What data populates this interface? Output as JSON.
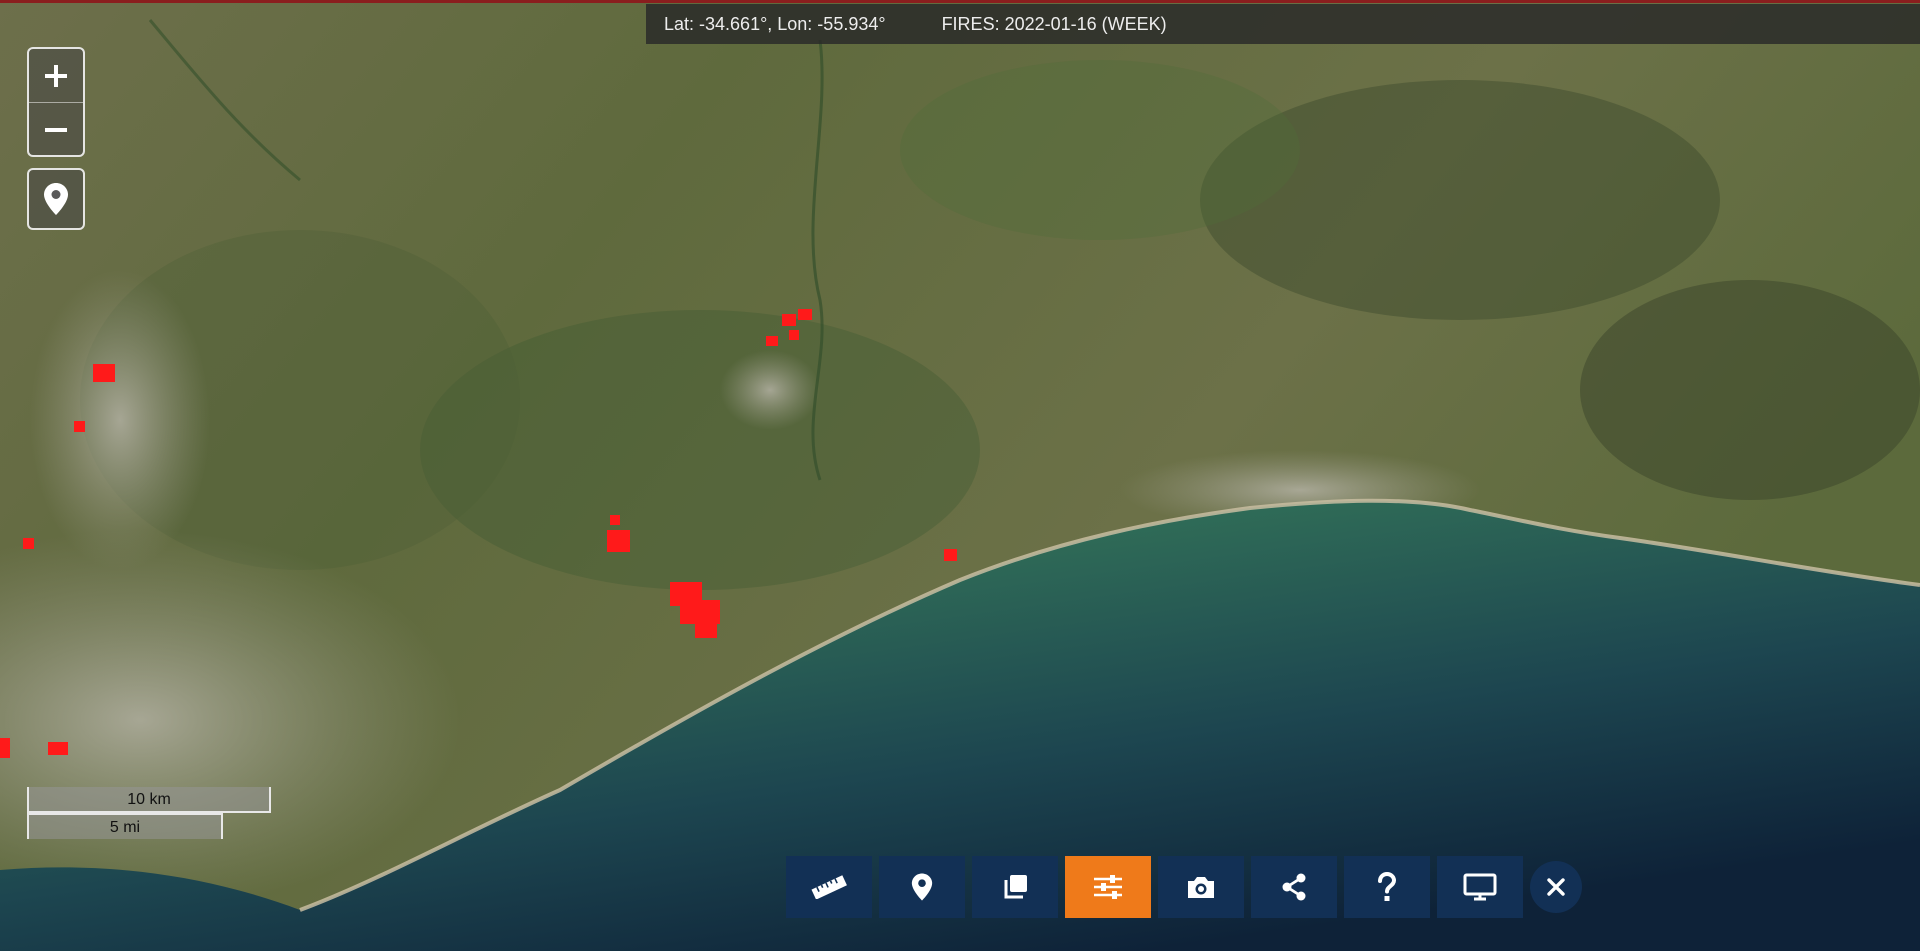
{
  "header": {
    "coordinates": "Lat: -34.661°, Lon: -55.934°",
    "layer_date": "FIRES: 2022-01-16 (WEEK)"
  },
  "controls": {
    "zoom_in_icon": "plus-icon",
    "zoom_out_icon": "minus-icon",
    "locate_icon": "map-pin-icon"
  },
  "scale": {
    "metric": "10 km",
    "imperial": "5 mi"
  },
  "toolbar": {
    "buttons": [
      {
        "icon": "ruler-icon",
        "active": false
      },
      {
        "icon": "map-pin-icon",
        "active": false
      },
      {
        "icon": "layers-icon",
        "active": false
      },
      {
        "icon": "sliders-icon",
        "active": true
      },
      {
        "icon": "camera-icon",
        "active": false
      },
      {
        "icon": "share-icon",
        "active": false
      },
      {
        "icon": "question-icon",
        "active": false
      },
      {
        "icon": "monitor-icon",
        "active": false
      }
    ],
    "close_icon": "close-icon"
  },
  "colors": {
    "toolbar_bg": "#123055",
    "active_accent": "#ef7a1a",
    "fire_marker": "#ff1a1a"
  }
}
